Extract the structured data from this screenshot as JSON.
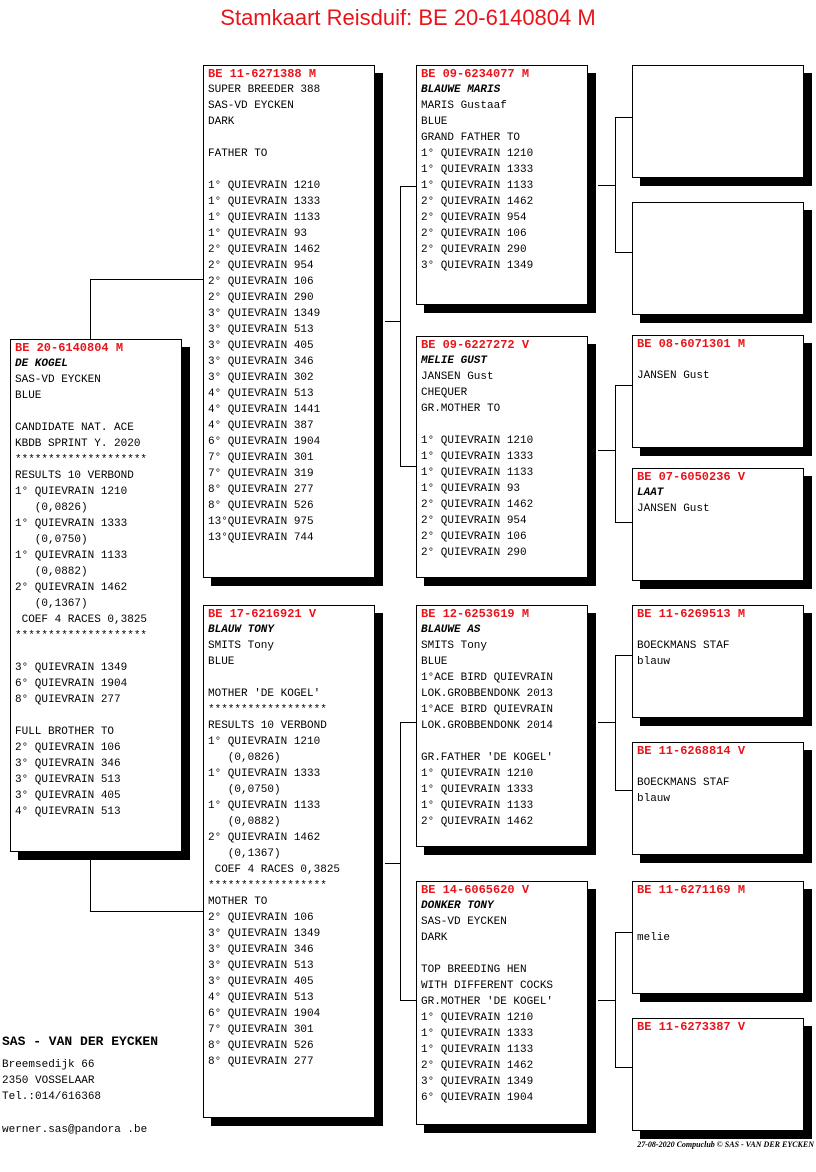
{
  "title": "Stamkaart Reisduif: BE  20-6140804 M",
  "pigeons": {
    "main": {
      "ring": "BE  20-6140804 M",
      "lines": [
        "DE KOGEL",
        "SAS-VD EYCKEN",
        "BLUE",
        "",
        "CANDIDATE NAT. ACE",
        "KBDB SPRINT Y. 2020",
        "********************",
        "RESULTS 10 VERBOND",
        "1° QUIEVRAIN 1210",
        "   (0,0826)",
        "1° QUIEVRAIN 1333",
        "   (0,0750)",
        "1° QUIEVRAIN 1133",
        "   (0,0882)",
        "2° QUIEVRAIN 1462",
        "   (0,1367)",
        " COEF 4 RACES 0,3825",
        "********************",
        "",
        "3° QUIEVRAIN 1349",
        "6° QUIEVRAIN 1904",
        "8° QUIEVRAIN 277",
        "",
        "FULL BROTHER TO",
        "2° QUIEVRAIN 106",
        "3° QUIEVRAIN 346",
        "3° QUIEVRAIN 513",
        "3° QUIEVRAIN 405",
        "4° QUIEVRAIN 513"
      ]
    },
    "father": {
      "ring": "BE  11-6271388 M",
      "lines": [
        "SUPER BREEDER 388",
        "SAS-VD EYCKEN",
        "DARK",
        "",
        "FATHER TO",
        "",
        "1° QUIEVRAIN 1210",
        "1° QUIEVRAIN 1333",
        "1° QUIEVRAIN 1133",
        "1° QUIEVRAIN 93",
        "2° QUIEVRAIN 1462",
        "2° QUIEVRAIN 954",
        "2° QUIEVRAIN 106",
        "2° QUIEVRAIN 290",
        "3° QUIEVRAIN 1349",
        "3° QUIEVRAIN 513",
        "3° QUIEVRAIN 405",
        "3° QUIEVRAIN 346",
        "3° QUIEVRAIN 302",
        "4° QUIEVRAIN 513",
        "4° QUIEVRAIN 1441",
        "4° QUIEVRAIN 387",
        "6° QUIEVRAIN 1904",
        "7° QUIEVRAIN 301",
        "7° QUIEVRAIN 319",
        "8° QUIEVRAIN 277",
        "8° QUIEVRAIN 526",
        "13°QUIEVRAIN 975",
        "13°QUIEVRAIN 744"
      ]
    },
    "mother": {
      "ring": "BE  17-6216921 V",
      "lines": [
        "BLAUW TONY",
        "SMITS Tony",
        "BLUE",
        "",
        "MOTHER 'DE KOGEL'",
        "******************",
        "RESULTS 10 VERBOND",
        "1° QUIEVRAIN 1210",
        "   (0,0826)",
        "1° QUIEVRAIN 1333",
        "   (0,0750)",
        "1° QUIEVRAIN 1133",
        "   (0,0882)",
        "2° QUIEVRAIN 1462",
        "   (0,1367)",
        " COEF 4 RACES 0,3825",
        "******************",
        "MOTHER TO",
        "2° QUIEVRAIN 106",
        "3° QUIEVRAIN 1349",
        "3° QUIEVRAIN 346",
        "3° QUIEVRAIN 513",
        "3° QUIEVRAIN 405",
        "4° QUIEVRAIN 513",
        "6° QUIEVRAIN 1904",
        "7° QUIEVRAIN 301",
        "8° QUIEVRAIN 526",
        "8° QUIEVRAIN 277"
      ]
    },
    "ff": {
      "ring": "BE  09-6234077 M",
      "lines": [
        "BLAUWE MARIS",
        "MARIS Gustaaf",
        "BLUE",
        "GRAND FATHER TO",
        "1° QUIEVRAIN 1210",
        "1° QUIEVRAIN 1333",
        "1° QUIEVRAIN 1133",
        "2° QUIEVRAIN 1462",
        "2° QUIEVRAIN 954",
        "2° QUIEVRAIN 106",
        "2° QUIEVRAIN 290",
        "3° QUIEVRAIN 1349"
      ]
    },
    "fm": {
      "ring": "BE  09-6227272 V",
      "lines": [
        "MELIE GUST",
        "JANSEN Gust",
        "CHEQUER",
        "GR.MOTHER TO",
        "",
        "1° QUIEVRAIN 1210",
        "1° QUIEVRAIN 1333",
        "1° QUIEVRAIN 1133",
        "1° QUIEVRAIN 93",
        "2° QUIEVRAIN 1462",
        "2° QUIEVRAIN 954",
        "2° QUIEVRAIN 106",
        "2° QUIEVRAIN 290"
      ]
    },
    "mf": {
      "ring": "BE  12-6253619 M",
      "lines": [
        "BLAUWE AS",
        "SMITS Tony",
        "BLUE",
        "1°ACE BIRD QUIEVRAIN",
        "LOK.GROBBENDONK 2013",
        "1°ACE BIRD QUIEVRAIN",
        "LOK.GROBBENDONK 2014",
        "",
        "GR.FATHER 'DE KOGEL'",
        "1° QUIEVRAIN 1210",
        "1° QUIEVRAIN 1333",
        "1° QUIEVRAIN 1133",
        "2° QUIEVRAIN 1462"
      ]
    },
    "mm": {
      "ring": "BE  14-6065620 V",
      "lines": [
        "DONKER TONY",
        "SAS-VD EYCKEN",
        "DARK",
        "",
        "TOP BREEDING HEN",
        "WITH DIFFERENT COCKS",
        "GR.MOTHER 'DE KOGEL'",
        "1° QUIEVRAIN 1210",
        "1° QUIEVRAIN 1333",
        "1° QUIEVRAIN 1133",
        "2° QUIEVRAIN 1462",
        "3° QUIEVRAIN 1349",
        "6° QUIEVRAIN 1904"
      ]
    },
    "fff": {
      "ring": "",
      "lines": []
    },
    "ffm": {
      "ring": "",
      "lines": []
    },
    "fmf": {
      "ring": "BE  08-6071301 M",
      "lines": [
        "",
        "JANSEN Gust"
      ]
    },
    "fmm": {
      "ring": "BE  07-6050236 V",
      "lines": [
        "LAAT",
        "JANSEN Gust"
      ]
    },
    "mff": {
      "ring": "BE  11-6269513 M",
      "lines": [
        "",
        "BOECKMANS STAF",
        "blauw"
      ]
    },
    "mfm": {
      "ring": "BE  11-6268814 V",
      "lines": [
        "",
        "BOECKMANS STAF",
        "blauw"
      ]
    },
    "mmf": {
      "ring": "BE  11-6271169 M",
      "lines": [
        "",
        "",
        "melie"
      ]
    },
    "mmm": {
      "ring": "BE  11-6273387 V",
      "lines": []
    }
  },
  "owner": {
    "name": "SAS - VAN DER EYCKEN",
    "street": "Breemsedijk  66",
    "city": "2350  VOSSELAAR",
    "tel": "Tel.:014/616368",
    "email": "werner.sas@pandora .be"
  },
  "footer": "27-08-2020    Compuclub © SAS - VAN DER EYCKEN"
}
